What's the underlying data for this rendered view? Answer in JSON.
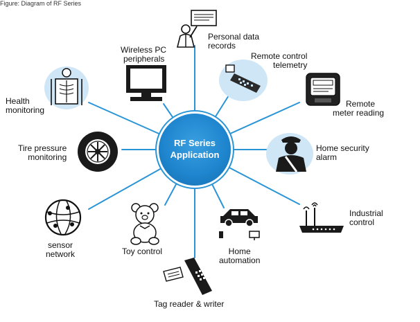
{
  "header": {
    "cropped_text": "Figure: Diagram of RF Series"
  },
  "hub": {
    "line1": "RF Series",
    "line2": "Application"
  },
  "spokes": [
    {
      "id": "personal-data-records",
      "lines": [
        "Personal data",
        "records"
      ],
      "icon": "clipboard-person-icon"
    },
    {
      "id": "remote-control-telemetry",
      "lines": [
        "Remote control",
        "telemetry"
      ],
      "icon": "remote-control-icon"
    },
    {
      "id": "remote-meter-reading",
      "lines": [
        "Remote",
        "meter reading"
      ],
      "icon": "meter-icon"
    },
    {
      "id": "home-security-alarm",
      "lines": [
        "Home security",
        "alarm"
      ],
      "icon": "security-guard-icon"
    },
    {
      "id": "industrial-control",
      "lines": [
        "Industrial",
        "control"
      ],
      "icon": "router-icon"
    },
    {
      "id": "home-automation",
      "lines": [
        "Home",
        "automation"
      ],
      "icon": "car-house-icon"
    },
    {
      "id": "tag-reader-writer",
      "lines": [
        "Tag reader & writer"
      ],
      "icon": "handheld-scanner-icon"
    },
    {
      "id": "toy-control",
      "lines": [
        "Toy control"
      ],
      "icon": "teddy-bear-icon"
    },
    {
      "id": "sensor-network",
      "lines": [
        "sensor",
        "network"
      ],
      "icon": "globe-network-icon"
    },
    {
      "id": "tire-pressure-monitoring",
      "lines": [
        "Tire pressure",
        "monitoring"
      ],
      "icon": "tire-icon"
    },
    {
      "id": "health-monitoring",
      "lines": [
        "Health",
        "monitoring"
      ],
      "icon": "xray-person-icon"
    },
    {
      "id": "wireless-pc-peripherals",
      "lines": [
        "Wireless PC",
        "peripherals"
      ],
      "icon": "computer-monitor-icon"
    }
  ],
  "colors": {
    "spoke": "#2a95d6",
    "hub": "#1f86cf",
    "blob": "#cfe6f6",
    "text": "#111111"
  }
}
